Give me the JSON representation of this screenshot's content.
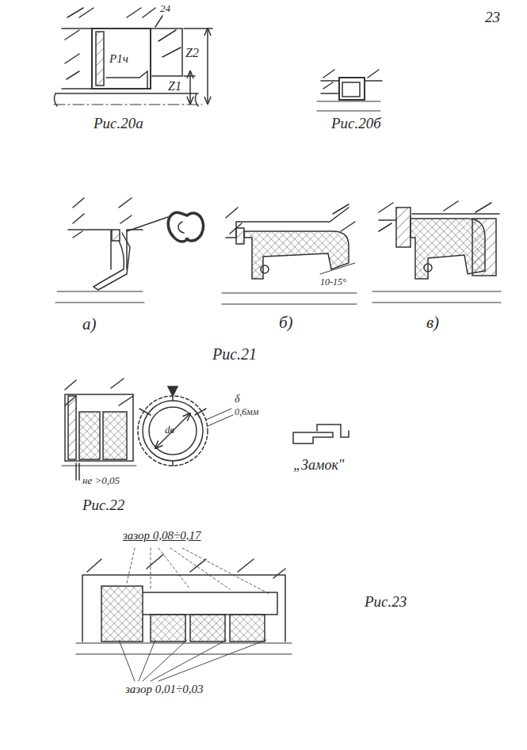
{
  "diagram": {
    "labels": [
      "23",
      "24",
      "Р1ч",
      "Z2",
      "Z1",
      "Рис.20а",
      "Рис.20б",
      "а)",
      "б)",
      "в)",
      "Рис.21",
      "10-15°",
      "dв",
      "δ",
      "0,6мм",
      "не >0,05",
      "Рис.22",
      "„Замок\"",
      "зазор 0,08÷0,17",
      "Рис.23",
      "зазор 0,01÷0,03"
    ]
  }
}
